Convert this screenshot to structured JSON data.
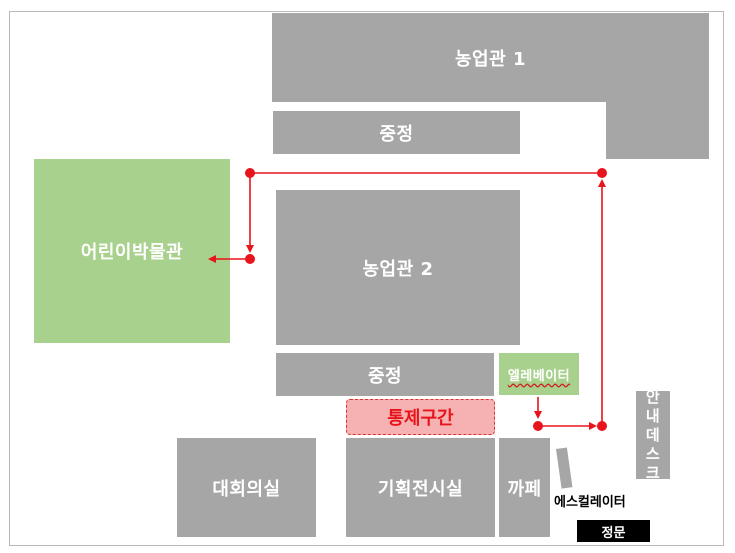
{
  "buildings": {
    "agri_hall_1": "농업관 1",
    "courtyard_top": "중정",
    "agri_hall_2": "농업관 2",
    "courtyard_bottom": "중정",
    "children_museum": "어린이박물관",
    "elevator": "엘레베이터",
    "restricted": "통제구간",
    "conference_room": "대회의실",
    "exhibition_hall": "기획전시실",
    "cafe": "까페",
    "info_desk": [
      "안",
      "내",
      "데",
      "스",
      "크"
    ],
    "escalator": "에스컬레이터",
    "main_gate": "정문"
  },
  "colors": {
    "building": "#a6a6a6",
    "museum": "#a9d18e",
    "route": "#e8141b",
    "restricted_fill": "#f6b2b2"
  }
}
